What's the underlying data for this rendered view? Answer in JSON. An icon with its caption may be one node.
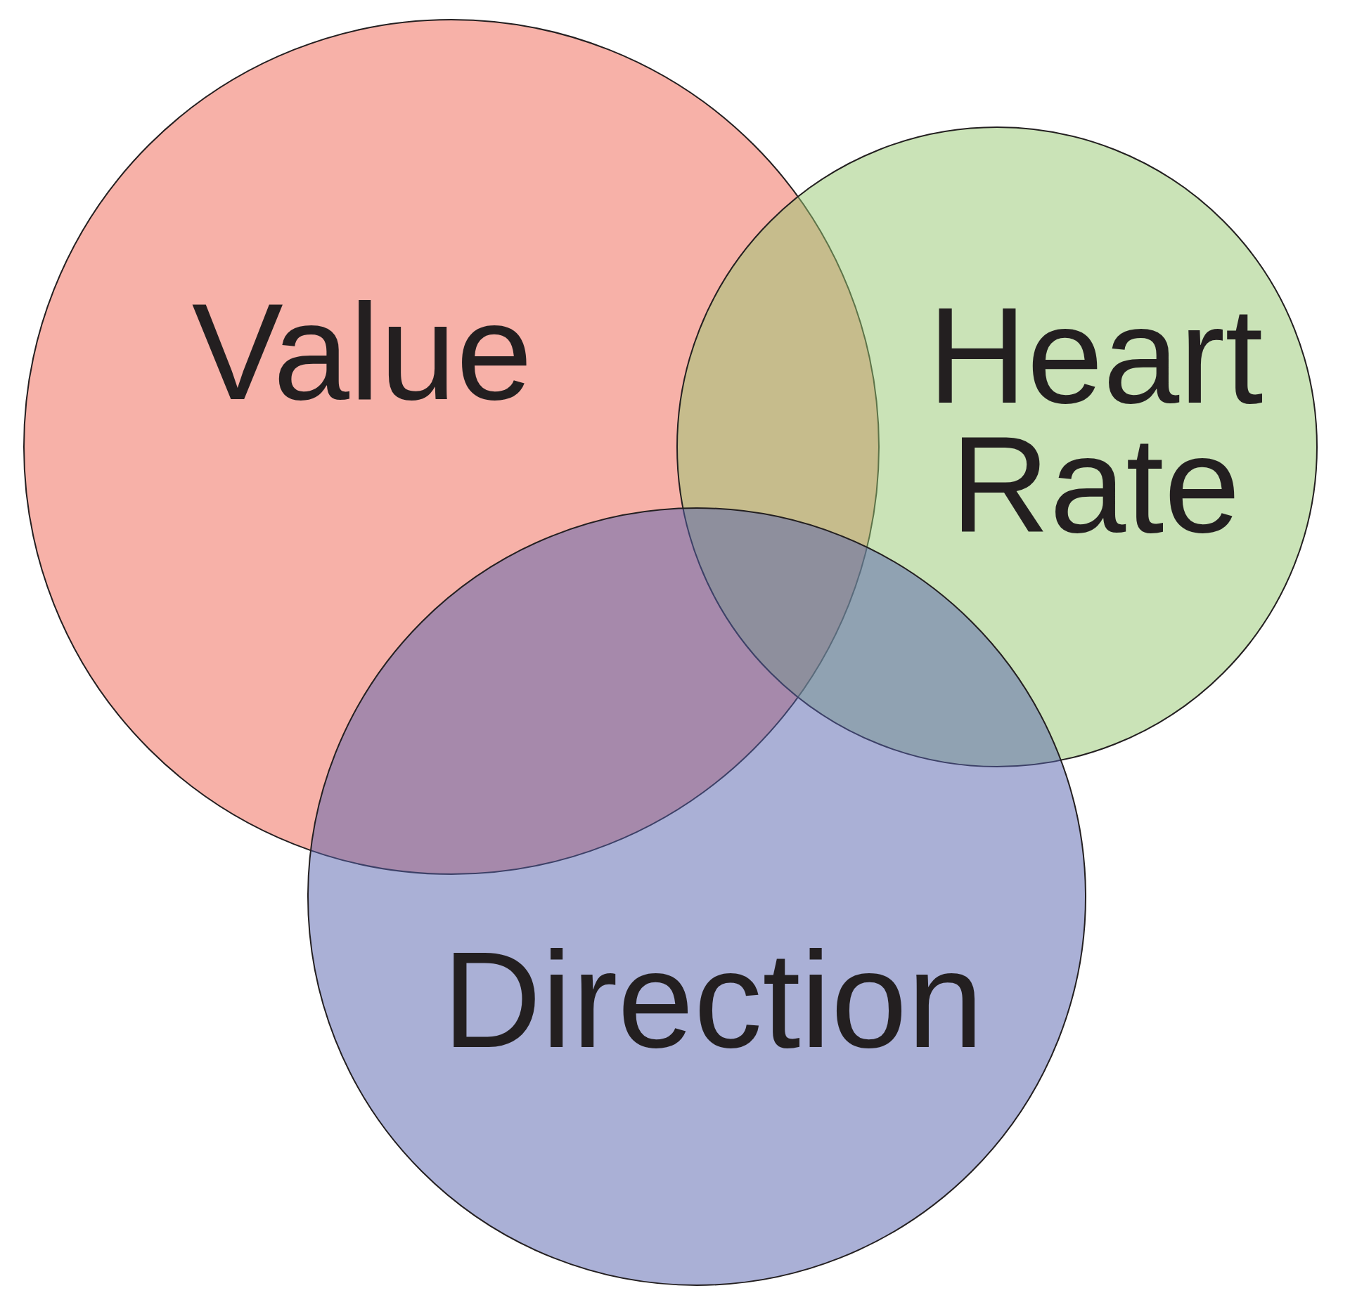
{
  "diagram": {
    "nodes": [
      {
        "text": [
          "Value"
        ]
      },
      {
        "text": [
          "Heart Rate"
        ]
      },
      {
        "text": [
          "Direction"
        ]
      }
    ]
  }
}
